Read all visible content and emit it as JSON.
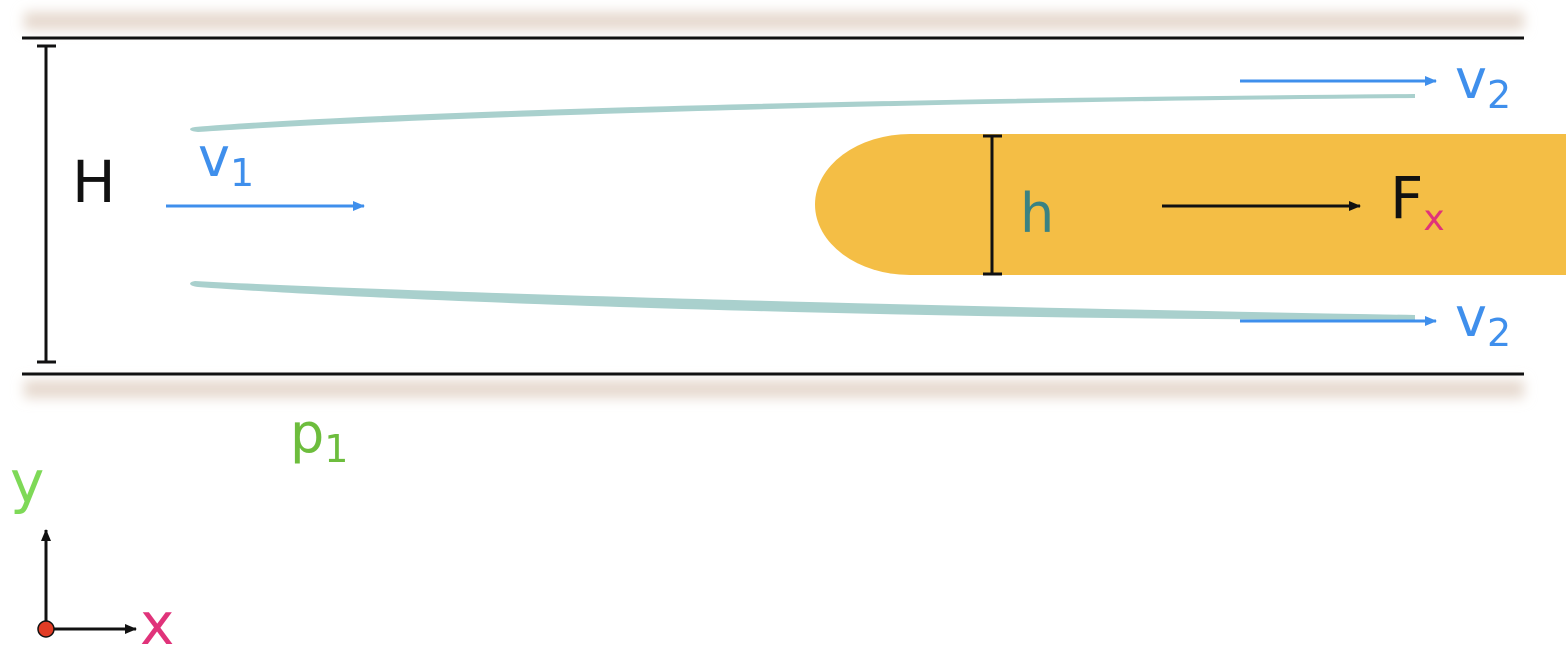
{
  "labels": {
    "channel_height": "H",
    "inlet_velocity": "v",
    "inlet_velocity_sub": "1",
    "outlet_velocity_top": "v",
    "outlet_velocity_top_sub": "2",
    "outlet_velocity_bottom": "v",
    "outlet_velocity_bottom_sub": "2",
    "body_height": "h",
    "force": "F",
    "force_sub": "x",
    "pressure": "p",
    "pressure_sub": "1",
    "axis_x": "x",
    "axis_y": "y"
  },
  "colors": {
    "velocity": "#3f8fec",
    "body_fill": "#f4be45",
    "body_height_label": "#3a8282",
    "streamline": "#a9d0cd",
    "pressure": "#6dbd3d",
    "axis_y": "#7ed957",
    "axis_x": "#e0337a",
    "force_sub": "#e0337a",
    "wall_shadow": "#e6d9cf",
    "origin_dot": "#e23c25"
  }
}
